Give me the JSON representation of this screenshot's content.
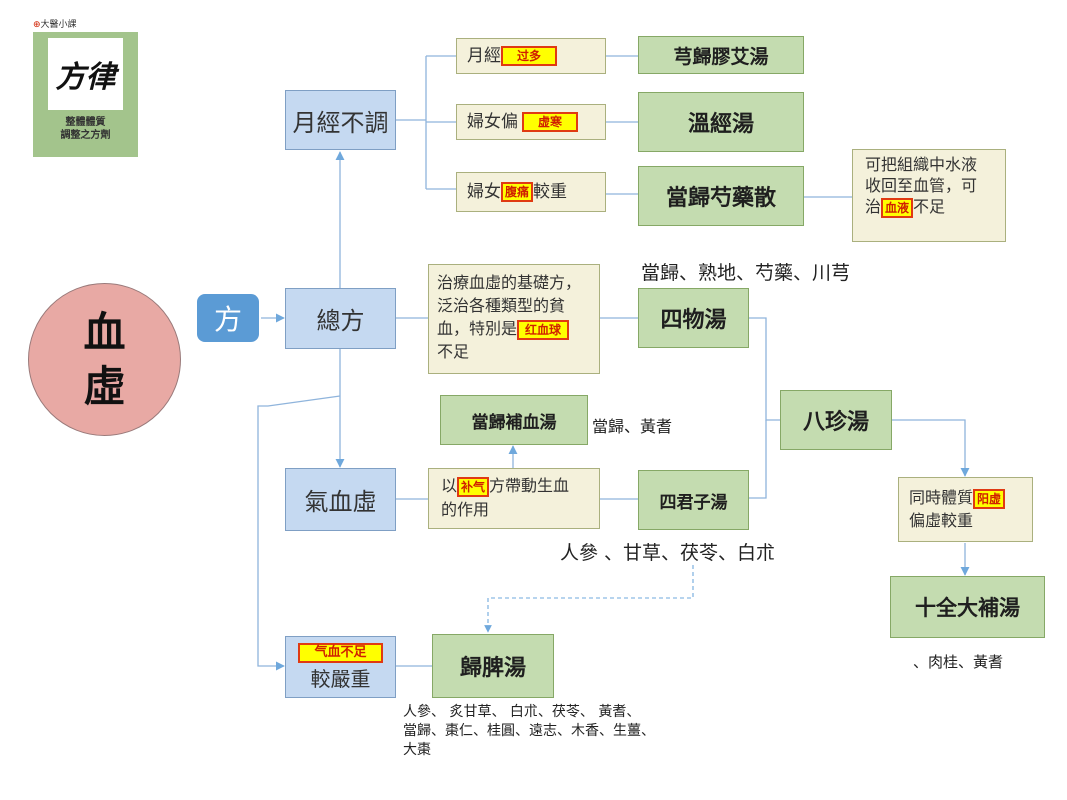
{
  "logo": {
    "top_text": "大醫小課",
    "calligraphy": "方律",
    "caption_line1": "整體體質",
    "caption_line2": "調整之方劑"
  },
  "main_circle": {
    "line1": "血",
    "line2": "虛"
  },
  "fang_label": "方",
  "nodes": {
    "menstrual": "月經不調",
    "general": "總方",
    "qi_blood": "氣血虛",
    "severe_hl": "气血不足",
    "severe": "較嚴重"
  },
  "conditions": {
    "c1_pre": "月經",
    "c1_hl": "过多",
    "c2_pre": "婦女偏",
    "c2_hl": "虚寒",
    "c3_pre": "婦女",
    "c3_hl": "腹痛",
    "c3_post": "較重",
    "siwu_desc_1": "治療血虛的基礎方，",
    "siwu_desc_2": "泛治各種類型的貧",
    "siwu_desc_3_pre": "血，特別是",
    "siwu_desc_3_hl": "红血球",
    "siwu_desc_4": "不足",
    "sijunzi_pre": "以",
    "sijunzi_hl": "补气",
    "sijunzi_post_1": "方帶動生血",
    "sijunzi_post_2": "的作用",
    "bazhen_pre": "同時體質",
    "bazhen_hl": "阳虚",
    "bazhen_post": "偏虛較重",
    "danggui_note_1": "可把組織中水液",
    "danggui_note_2": "收回至血管，可",
    "danggui_note_3_pre": "治",
    "danggui_note_3_hl": "血液",
    "danggui_note_3_post": "不足"
  },
  "formulas": {
    "xionggui": "芎歸膠艾湯",
    "wenjing": "溫經湯",
    "danggui_shaoyao": "當歸芍藥散",
    "siwu": "四物湯",
    "danggui_buxue": "當歸補血湯",
    "sijunzi": "四君子湯",
    "bazhen": "八珍湯",
    "shiquan": "十全大補湯",
    "guipi": "歸脾湯"
  },
  "ingredients": {
    "siwu": "當歸、熟地、芍藥、川芎",
    "danggui_buxue": "當歸、黃耆",
    "sijunzi": "人參 、甘草、茯苓、白朮",
    "shiquan": "、肉桂、黃耆",
    "guipi_1": "人參、 炙甘草、 白朮、茯苓、 黃耆、",
    "guipi_2": "當歸、棗仁、桂圓、遠志、木香、生薑、",
    "guipi_3": "大棗"
  },
  "colors": {
    "blue_box": "#c5d9f1",
    "green_box": "#c4dcb0",
    "cream_box": "#f4f1db",
    "circle": "#e8a9a4",
    "fang_box": "#5b9bd5",
    "connector": "#6fa8dc",
    "highlight": "#ffff00",
    "highlight_border": "#e03a12"
  }
}
